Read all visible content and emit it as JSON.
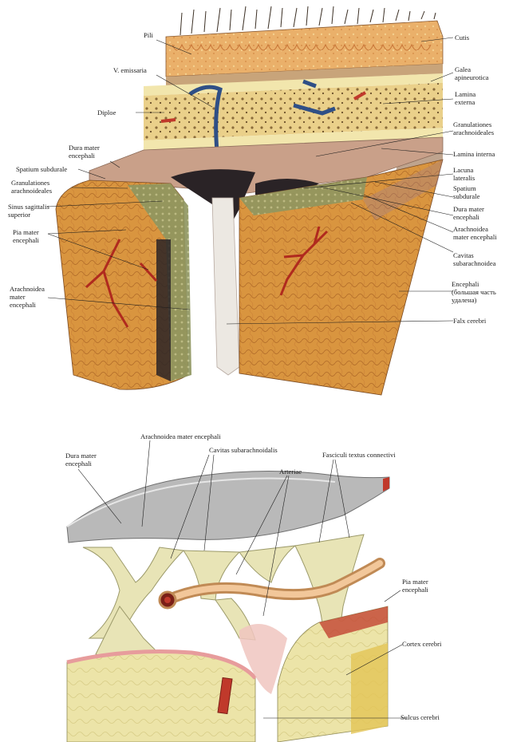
{
  "top_figure": {
    "labels": {
      "pili": "Pili",
      "cutis": "Cutis",
      "v_emissaria": "V. emissaria",
      "galea": "Galea\napineurotica",
      "lamina_externa": "Lamina\nexterna",
      "diploe": "Diploe",
      "granulationes_right": "Granulationes\narachnoideales",
      "dura_mater_left": "Dura mater\nencephali",
      "lamina_interna": "Lamina interna",
      "spatium_subdurale_left": "Spatium subdurale",
      "lacuna_lateralis": "Lacuna\nlateralis",
      "granulationes_left": "Granulationes\narachnoideales",
      "spatium_subdurale_right": "Spatium\nsubdurale",
      "sinus_sagittalis": "Sinus sagittalis\nsuperior",
      "dura_mater_right": "Dura mater\nencephali",
      "pia_mater_left": "Pia mater\nencephali",
      "arachnoidea_right": "Arachnoidea\nmater encephali",
      "cavitas_right": "Cavitas\nsubarachnoidea",
      "arachnoidea_left": "Arachnoidea\nmater\nencephali",
      "encephali": "Encephali\n(большая часть\nудалена)",
      "falx_cerebri": "Falx cerebri"
    }
  },
  "bottom_figure": {
    "labels": {
      "arachnoidea": "Arachnoidea mater encephali",
      "dura_mater": "Dura mater\nencephali",
      "cavitas": "Cavitas subarachnoidalis",
      "fasciculi": "Fasciculi textus connectivi",
      "arteriae": "Arteriae",
      "pia_mater": "Pia mater\nencephali",
      "cortex": "Cortex cerebri",
      "sulcus": "Sulcus cerebri"
    }
  },
  "colors": {
    "skin": "#e9a25c",
    "hair": "#4a3a2a",
    "bone": "#f0e3a0",
    "diploe": "#e8c77a",
    "dura": "#c9a089",
    "sinus": "#2a2326",
    "brain": "#d9953f",
    "arachnoid": "#9aa067",
    "vessel_red": "#c0392b",
    "vein_blue": "#2f4f86",
    "membrane_grey": "#a8a8a8",
    "trabecula": "#e6e2b4"
  }
}
